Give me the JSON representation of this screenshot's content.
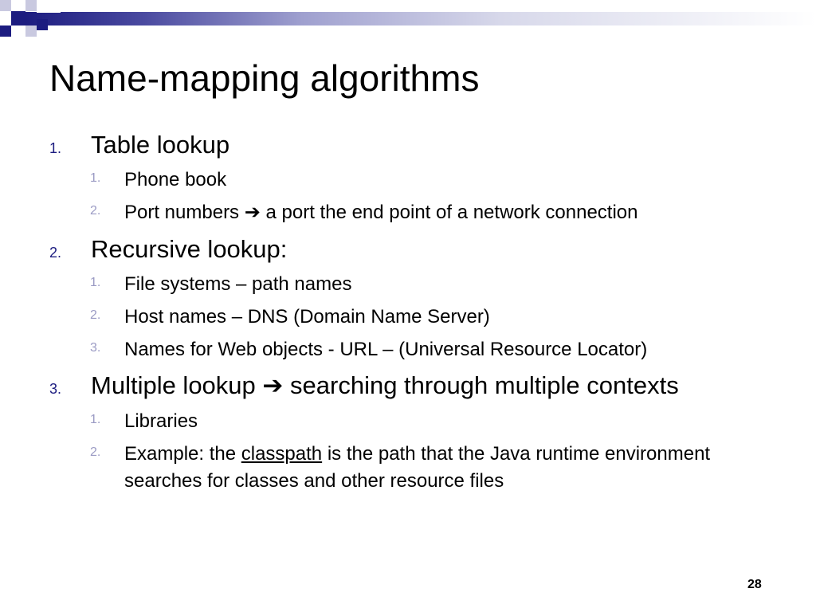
{
  "slide": {
    "title": "Name-mapping algorithms",
    "page_number": "28",
    "arrow_glyph": "➔",
    "items": [
      {
        "number": "1.",
        "text": "Table lookup",
        "subitems": [
          {
            "number": "1.",
            "text": "Phone book"
          },
          {
            "number": "2.",
            "text_before": "Port numbers",
            "text_after": "a port the end point of a network connection"
          }
        ]
      },
      {
        "number": "2.",
        "text": "Recursive lookup:",
        "subitems": [
          {
            "number": "1.",
            "text": "File systems – path names"
          },
          {
            "number": "2.",
            "text": "Host names – DNS (Domain Name Server)"
          },
          {
            "number": "3.",
            "text": "Names for Web objects - URL – (Universal Resource Locator)"
          }
        ]
      },
      {
        "number": "3.",
        "text_before": "Multiple lookup",
        "text_after": "searching through multiple contexts",
        "subitems": [
          {
            "number": "1.",
            "text": "Libraries"
          },
          {
            "number": "2.",
            "text_before": "Example: the",
            "link_text": "classpath",
            "text_after": "is the path that the Java runtime environment searches for classes and other resource files"
          }
        ]
      }
    ]
  },
  "colors": {
    "accent": "#1c1c80",
    "sub_number": "#9b9bc4"
  }
}
